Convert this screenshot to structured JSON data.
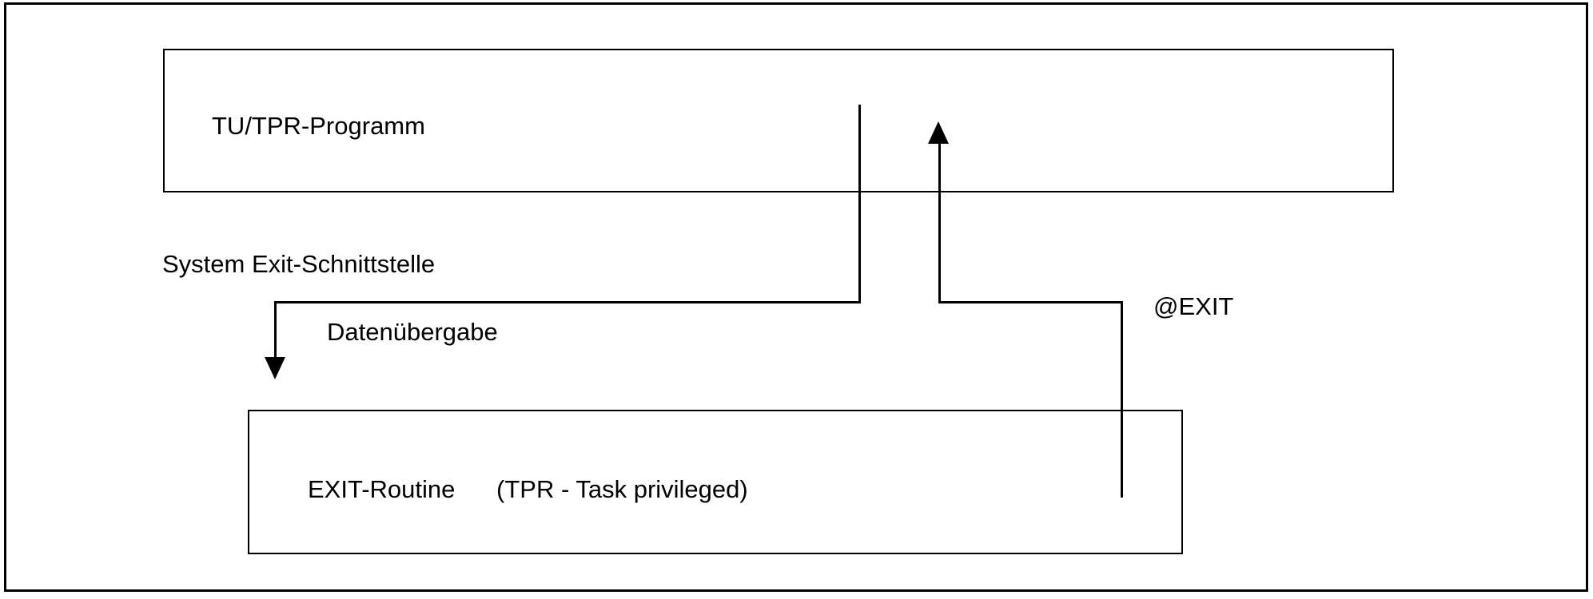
{
  "diagram": {
    "title": "System Exit-Schnittstelle",
    "type": "flow-diagram",
    "background_color": "#ffffff",
    "line_color": "#000000",
    "text_color": "#000000",
    "nodes": [
      {
        "id": "tu-tpr-program",
        "label": "TU/TPR-Programm",
        "shape": "rectangle"
      },
      {
        "id": "exit-routine",
        "label": "EXIT-Routine      (TPR - Task privileged)",
        "shape": "rectangle"
      }
    ],
    "annotations": [
      {
        "id": "interface",
        "label": "System Exit-Schnittstelle"
      },
      {
        "id": "data-transfer",
        "label": "Datenübergabe"
      },
      {
        "id": "exit-call",
        "label": "@EXIT"
      }
    ],
    "connectors": [
      {
        "id": "call-path",
        "from": "tu-tpr-program",
        "to": "exit-routine",
        "label": "Datenübergabe",
        "direction": "down",
        "arrowhead": "down"
      },
      {
        "id": "return-path",
        "from": "exit-routine",
        "to": "tu-tpr-program",
        "label": "@EXIT",
        "direction": "up",
        "arrowhead": "up"
      }
    ]
  }
}
